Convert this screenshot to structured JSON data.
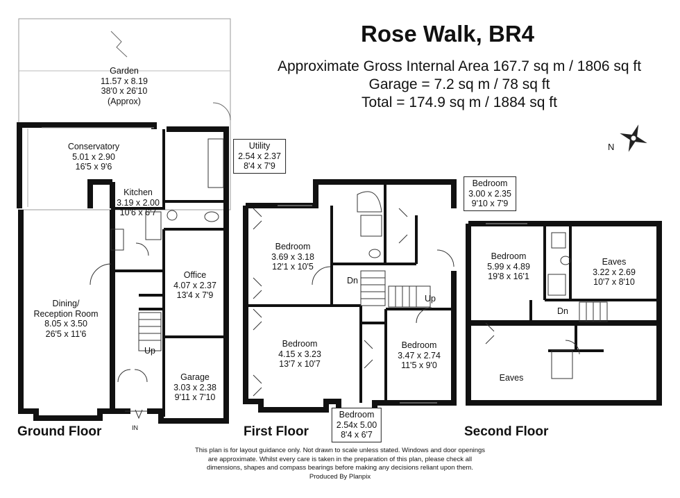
{
  "header": {
    "title": "Rose Walk, BR4",
    "gross_area": "Approximate Gross Internal Area 167.7 sq m / 1806 sq ft",
    "garage_area": "Garage = 7.2 sq m / 78 sq ft",
    "total_area": "Total = 174.9 sq m / 1884 sq ft"
  },
  "compass": {
    "label": "N",
    "icon": "compass-rose-icon"
  },
  "floors": {
    "ground": "Ground Floor",
    "first": "First Floor",
    "second": "Second Floor"
  },
  "rooms": {
    "garden": {
      "name": "Garden",
      "metric": "11.57 x 8.19",
      "imperial": "38'0 x 26'10",
      "note": "(Approx)"
    },
    "conservatory": {
      "name": "Conservatory",
      "metric": "5.01 x 2.90",
      "imperial": "16'5 x 9'6"
    },
    "utility": {
      "name": "Utility",
      "metric": "2.54 x 2.37",
      "imperial": "8'4 x 7'9"
    },
    "kitchen": {
      "name": "Kitchen",
      "metric": "3.19 x 2.00",
      "imperial": "10'6 x 6'7"
    },
    "office": {
      "name": "Office",
      "metric": "4.07 x 2.37",
      "imperial": "13'4 x 7'9"
    },
    "dining": {
      "name1": "Dining/",
      "name2": "Reception Room",
      "metric": "8.05 x 3.50",
      "imperial": "26'5 x 11'6"
    },
    "garage": {
      "name": "Garage",
      "metric": "3.03 x 2.38",
      "imperial": "9'11 x 7'10"
    },
    "first_bed1": {
      "name": "Bedroom",
      "metric": "3.69 x 3.18",
      "imperial": "12'1 x 10'5"
    },
    "first_bed2": {
      "name": "Bedroom",
      "metric": "4.15 x 3.23",
      "imperial": "13'7 x 10'7"
    },
    "first_bed3": {
      "name": "Bedroom",
      "metric": "3.47 x 2.74",
      "imperial": "11'5 x 9'0"
    },
    "first_bed4": {
      "name": "Bedroom",
      "metric": "2.54x 5.00",
      "imperial": "8'4 x 6'7"
    },
    "first_bed5": {
      "name": "Bedroom",
      "metric": "3.00 x 2.35",
      "imperial": "9'10 x 7'9"
    },
    "second_bed": {
      "name": "Bedroom",
      "metric": "5.99 x 4.89",
      "imperial": "19'8 x 16'1"
    },
    "eaves_room": {
      "name": "Eaves",
      "metric": "3.22 x 2.69",
      "imperial": "10'7 x 8'10"
    },
    "eaves_lower": {
      "name": "Eaves"
    }
  },
  "stairs": {
    "ground_up": "Up",
    "first_dn": "Dn",
    "first_up": "Up",
    "second_dn": "Dn"
  },
  "entrance": "IN",
  "footer": {
    "line1": "This plan is for layout guidance only. Not drawn to scale unless stated. Windows and door openings",
    "line2": "are approximate. Whilst every care is taken in the preparation of this plan, please check all",
    "line3": "dimensions, shapes and compass bearings before making any decisions reliant upon them.",
    "line4": "Produced By Planpix"
  }
}
